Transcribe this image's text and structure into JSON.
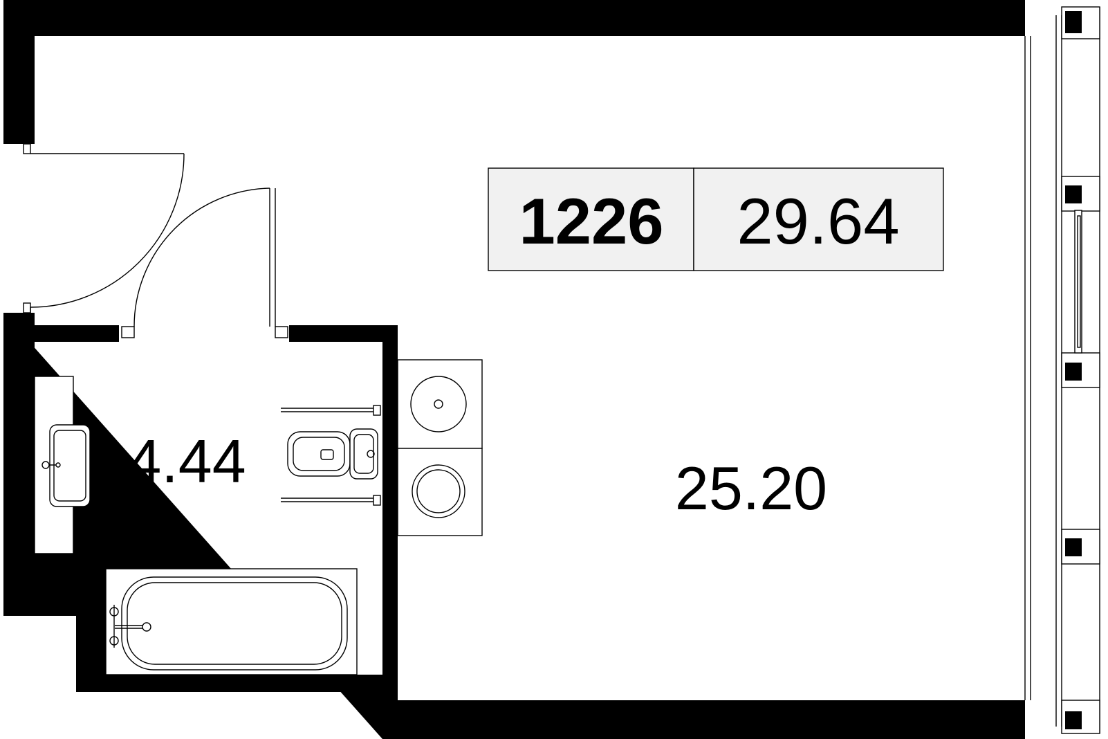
{
  "plan": {
    "apartment_number": "1226",
    "total_area": "29.64",
    "rooms": [
      {
        "id": "bathroom",
        "area": "4.44"
      },
      {
        "id": "living",
        "area": "25.20"
      }
    ]
  }
}
